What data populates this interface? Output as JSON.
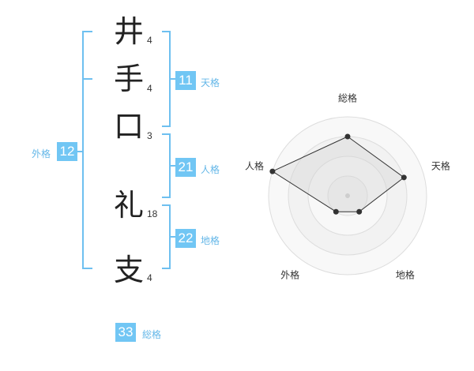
{
  "colors": {
    "bracket": "#6ec0f0",
    "badge": "#71c6f4",
    "label": "#64b7e8",
    "text": "#222222"
  },
  "name_chars": [
    {
      "char": "井",
      "strokes": "4"
    },
    {
      "char": "手",
      "strokes": "4"
    },
    {
      "char": "口",
      "strokes": "3"
    },
    {
      "char": "礼",
      "strokes": "18"
    },
    {
      "char": "支",
      "strokes": "4"
    }
  ],
  "kaku": {
    "gaikaku": {
      "value": "12",
      "label": "外格"
    },
    "tenkaku": {
      "value": "11",
      "label": "天格"
    },
    "jinkaku": {
      "value": "21",
      "label": "人格"
    },
    "chikaku": {
      "value": "22",
      "label": "地格"
    },
    "soukaku": {
      "value": "33",
      "label": "総格"
    }
  },
  "chart_data": {
    "type": "radar",
    "axes": [
      "総格",
      "天格",
      "地格",
      "外格",
      "人格"
    ],
    "rings": 4,
    "max": 4,
    "values": [
      3,
      3,
      1,
      1,
      4
    ]
  }
}
